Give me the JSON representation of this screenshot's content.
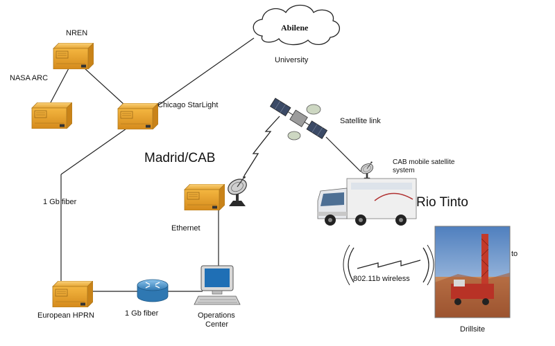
{
  "labels": {
    "nren": "NREN",
    "nasa_arc": "NASA ARC",
    "chicago_starlight": "Chicago StarLight",
    "abilene": "Abilene",
    "university": "University",
    "satellite_link": "Satellite link",
    "madrid_cab": "Madrid/CAB",
    "cab_mobile_line1": "CAB mobile satellite",
    "cab_mobile_line2": "system",
    "rio_tinto": "Rio Tinto",
    "one_gb_fiber_vertical": "1 Gb fiber",
    "ethernet": "Ethernet",
    "wireless": "802.11b wireless",
    "to": "to",
    "european_hprn": "European HPRN",
    "one_gb_fiber_horizontal": "1 Gb fiber",
    "operations_line1": "Operations",
    "operations_line2": "Center",
    "drillsite": "Drillsite"
  },
  "colors": {
    "server_body": "#f2b43a",
    "server_shade": "#d8921c",
    "router_blue": "#3f8fc6",
    "line": "#222222",
    "truck_cab": "#e8e8ea",
    "sky": "#7aa6d6",
    "ground": "#b5653a"
  }
}
